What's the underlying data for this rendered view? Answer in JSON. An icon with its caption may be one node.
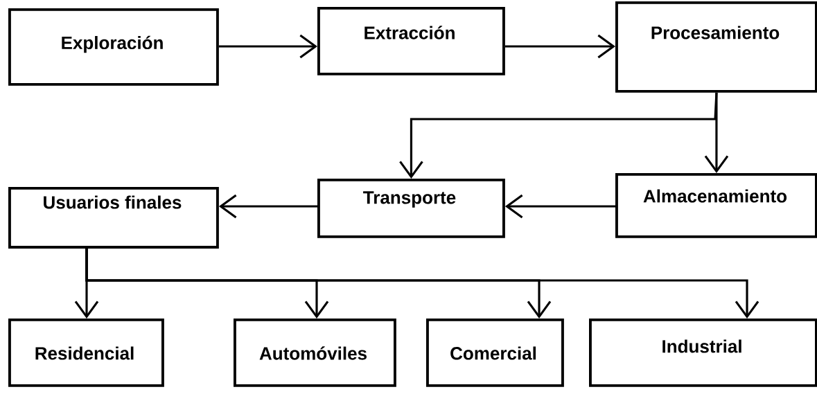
{
  "diagram": {
    "nodes": [
      {
        "text": [
          "Exploración"
        ]
      },
      {
        "text": [
          "Extracción"
        ]
      },
      {
        "text": [
          "Procesamiento"
        ]
      },
      {
        "text": [
          "Transporte"
        ]
      },
      {
        "text": [
          "Almacenamiento"
        ]
      },
      {
        "text": [
          "Usuarios finales"
        ]
      },
      {
        "text": [
          "Residencial"
        ]
      },
      {
        "text": [
          "Automóviles"
        ]
      },
      {
        "text": [
          "Comercial"
        ]
      },
      {
        "text": [
          "Industrial"
        ]
      }
    ],
    "edges": [
      {
        "from": 0,
        "to": 1,
        "arrow": "to"
      },
      {
        "from": 1,
        "to": 2,
        "arrow": "to"
      },
      {
        "from": 2,
        "to": 3,
        "arrow": "to"
      },
      {
        "from": 2,
        "to": 4,
        "arrow": "to"
      },
      {
        "from": 4,
        "to": 3,
        "arrow": "to"
      },
      {
        "from": 3,
        "to": 5,
        "arrow": "to"
      },
      {
        "from": 5,
        "to": 6,
        "arrow": "to"
      },
      {
        "from": 5,
        "to": 7,
        "arrow": "to"
      },
      {
        "from": 5,
        "to": 8,
        "arrow": "to"
      },
      {
        "from": 5,
        "to": 9,
        "arrow": "to"
      }
    ]
  }
}
